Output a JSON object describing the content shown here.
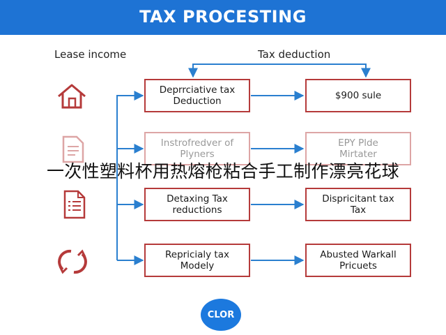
{
  "header": {
    "title": "TAX PROCESTING"
  },
  "labels": {
    "left": "Lease income",
    "right": "Tax deduction"
  },
  "rows": [
    {
      "left": "Deprrciative tax\nDeduction",
      "right": "$900 sule",
      "icon": "house-icon"
    },
    {
      "left": "Instrofredver of\nPlyners",
      "right": "EPY Plde\nMirtater",
      "icon": "document-icon"
    },
    {
      "left": "Detaxing Tax\nreductions",
      "right": "Dispricitant tax\nTax",
      "icon": "document-list-icon"
    },
    {
      "left": "Repricialy tax\nModely",
      "right": "Abusted Warkall\nPricuets",
      "icon": "refresh-arrows-icon"
    }
  ],
  "overlay_caption": "一次性塑料杯用热熔枪粘合手工制作漂亮花球",
  "cta": {
    "label": "CLOR"
  },
  "colors": {
    "header": "#1e73d4",
    "box_border": "#b53a3a",
    "arrow": "#2a7fcf",
    "cta": "#1c79de"
  }
}
